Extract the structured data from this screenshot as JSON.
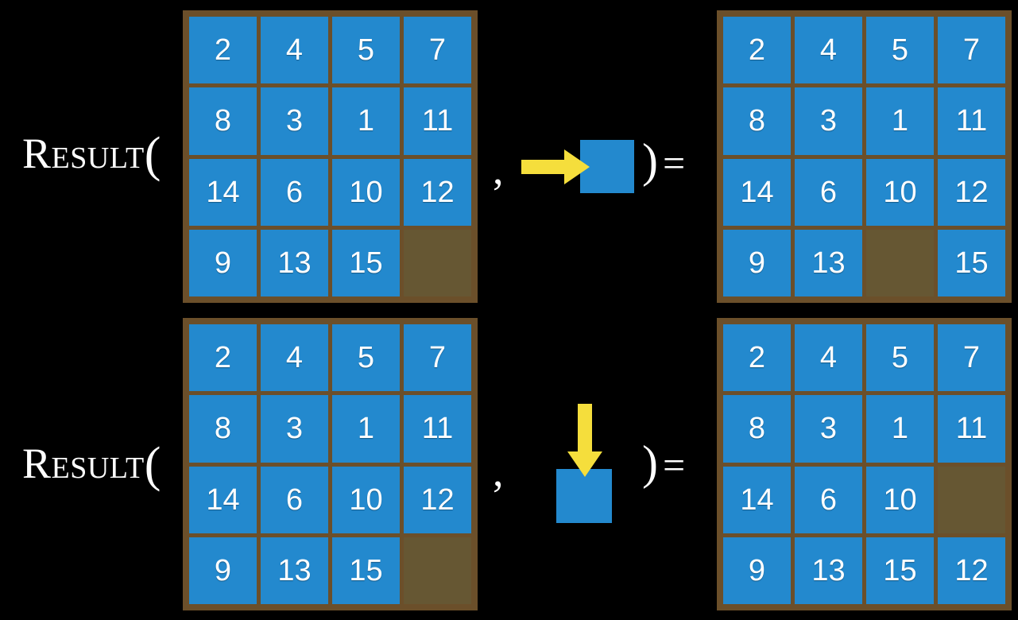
{
  "background_color": "#000000",
  "colors": {
    "tile": "#2389ce",
    "board_frame": "#6b4f2a",
    "empty_cell": "#665733",
    "arrow": "#f5de3c",
    "text": "#ffffff"
  },
  "rows": [
    {
      "label": "Result",
      "open_paren": "(",
      "comma": ",",
      "close_paren": ")",
      "equals": "=",
      "action": {
        "icon": "arrow-right-icon",
        "direction": "right",
        "description": "slide blank right"
      },
      "input_grid": {
        "name": "input-puzzle-board",
        "rows": [
          [
            "2",
            "4",
            "5",
            "7"
          ],
          [
            "8",
            "3",
            "1",
            "11"
          ],
          [
            "14",
            "6",
            "10",
            "12"
          ],
          [
            "9",
            "13",
            "15",
            ""
          ]
        ]
      },
      "output_grid": {
        "name": "output-puzzle-board",
        "rows": [
          [
            "2",
            "4",
            "5",
            "7"
          ],
          [
            "8",
            "3",
            "1",
            "11"
          ],
          [
            "14",
            "6",
            "10",
            "12"
          ],
          [
            "9",
            "13",
            "",
            "15"
          ]
        ]
      }
    },
    {
      "label": "Result",
      "open_paren": "(",
      "comma": ",",
      "close_paren": ")",
      "equals": "=",
      "action": {
        "icon": "arrow-down-icon",
        "direction": "down",
        "description": "slide blank down"
      },
      "input_grid": {
        "name": "input-puzzle-board",
        "rows": [
          [
            "2",
            "4",
            "5",
            "7"
          ],
          [
            "8",
            "3",
            "1",
            "11"
          ],
          [
            "14",
            "6",
            "10",
            "12"
          ],
          [
            "9",
            "13",
            "15",
            ""
          ]
        ]
      },
      "output_grid": {
        "name": "output-puzzle-board",
        "rows": [
          [
            "2",
            "4",
            "5",
            "7"
          ],
          [
            "8",
            "3",
            "1",
            "11"
          ],
          [
            "14",
            "6",
            "10",
            ""
          ],
          [
            "9",
            "13",
            "15",
            "12"
          ]
        ]
      }
    }
  ]
}
